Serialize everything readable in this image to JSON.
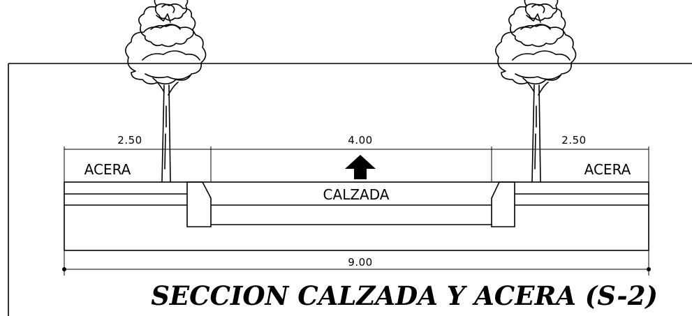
{
  "title": "SECCION CALZADA Y ACERA (S-2)",
  "dimensions": {
    "left_sidewalk": "2.50",
    "road": "4.00",
    "right_sidewalk": "2.50",
    "total": "9.00"
  },
  "labels": {
    "left_sidewalk": "ACERA",
    "road": "CALZADA",
    "right_sidewalk": "ACERA"
  },
  "icons": {
    "direction_arrow": "up-arrow-icon",
    "trees": "tree-icon"
  }
}
